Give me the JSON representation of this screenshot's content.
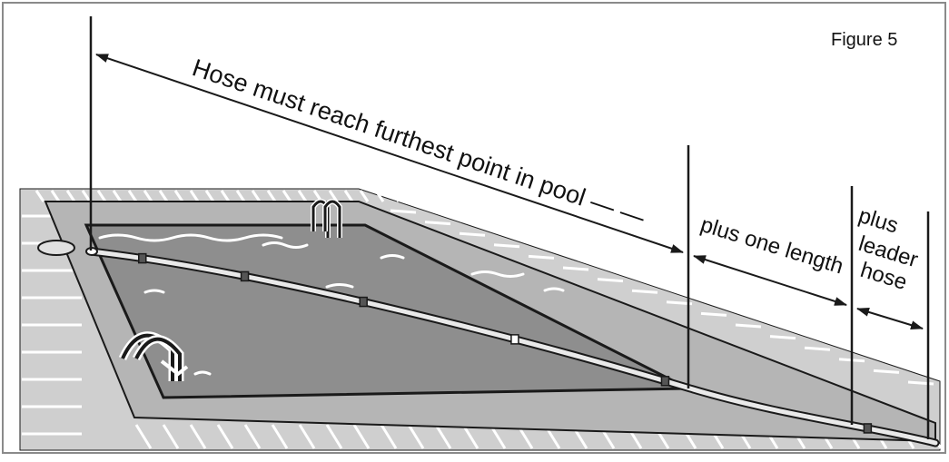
{
  "figure": {
    "label": "Figure 5"
  },
  "labels": {
    "main": "Hose must reach furthest point in pool — —",
    "plus_one_length": "plus one length",
    "leader_line1": "plus",
    "leader_line2": "leader",
    "leader_line3": "hose"
  },
  "colors": {
    "water": "#8e8e8e",
    "deck": "#cfcfcf",
    "coping": "#b5b5b5",
    "outline": "#1a1a1a",
    "hose": "#e9e9e9",
    "frame": "#8a8a8a"
  }
}
